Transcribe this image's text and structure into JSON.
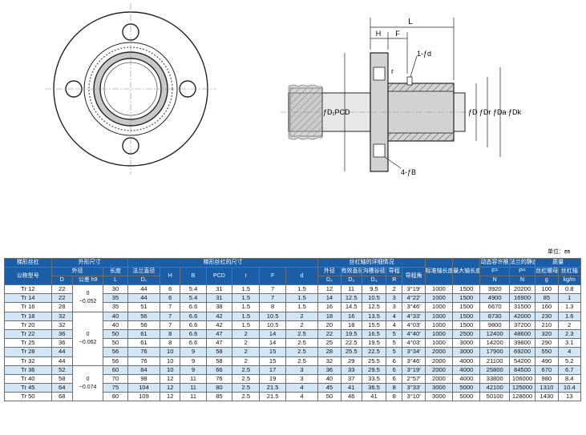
{
  "drawing": {
    "dim_L": "L",
    "dim_H": "H",
    "dim_F": "F",
    "label_hole": "1-ƒd",
    "label_r": "r",
    "label_pcd": "ƒD₁PCD",
    "label_bolts": "4-ƒB",
    "label_right": "ƒD  ƒDr ƒDa ƒDk"
  },
  "unit_note": "单位：㎜",
  "table": {
    "group_headers": {
      "thread": "梯形丝杠",
      "outer_dims": "外形尺寸",
      "thread_dims": "梯形丝杠的尺寸",
      "shaft_details": "丝杠轴的详细情况",
      "std_length": "标准轴长度",
      "max_length": "最大轴长度",
      "dynamic_load": "动态容许推力",
      "static_load": "法兰的静态容许载荷",
      "mass": "质量"
    },
    "sub_headers": {
      "model": "公称型号",
      "outer_diameter": "外径",
      "D": "D",
      "tolerance": "公差",
      "h9": "h9",
      "length": "长度",
      "length_sym": "L",
      "flange_dia": "法兰直径",
      "flange_sym": "D₁",
      "H": "H",
      "B": "B",
      "PCD": "PCD",
      "r": "r",
      "F": "F",
      "d": "d",
      "shaft_od": "外径",
      "shaft_od_sym": "D₂",
      "eff_dia": "有效直径",
      "eff_sym": "D₂",
      "root_dia": "沟槽谷径",
      "root_sym": "D₃",
      "lead": "导程",
      "lead_sym": "R",
      "lead_angle": "导程角",
      "dyn_sym": "Fᵗ¹",
      "dyn_unit": "N",
      "stat_sym": "Pᵗ¹",
      "stat_unit": "N",
      "nut_mass": "丝杠螺母",
      "nut_unit": "g",
      "shaft_mass": "丝杠轴",
      "shaft_unit": "kg/m"
    },
    "tolerances": [
      {
        "upper": "0",
        "lower": "−0.052"
      },
      {
        "upper": "0",
        "lower": "−0.062"
      },
      {
        "upper": "0",
        "lower": "−0.074"
      }
    ],
    "rows": [
      [
        "Tr 12",
        "22",
        "30",
        "44",
        "6",
        "5.4",
        "31",
        "1.5",
        "7",
        "1.5",
        "12",
        "11",
        "9.5",
        "2",
        "3°19′",
        "1000",
        "1500",
        "3920",
        "20200",
        "100",
        "0.8"
      ],
      [
        "Tr 14",
        "22",
        "35",
        "44",
        "6",
        "5.4",
        "31",
        "1.5",
        "7",
        "1.5",
        "14",
        "12.5",
        "10.5",
        "3",
        "4°22′",
        "1000",
        "1500",
        "4900",
        "16900",
        "85",
        "1"
      ],
      [
        "Tr 16",
        "28",
        "35",
        "51",
        "7",
        "6.6",
        "38",
        "1.5",
        "8",
        "1.5",
        "16",
        "14.5",
        "12.5",
        "3",
        "3°46′",
        "1000",
        "1500",
        "6670",
        "31500",
        "160",
        "1.3"
      ],
      [
        "Tr 18",
        "32",
        "40",
        "56",
        "7",
        "6.6",
        "42",
        "1.5",
        "10.5",
        "2",
        "18",
        "16",
        "13.5",
        "4",
        "4°33′",
        "1000",
        "1500",
        "8730",
        "42000",
        "230",
        "1.6"
      ],
      [
        "Tr 20",
        "32",
        "40",
        "56",
        "7",
        "6.6",
        "42",
        "1.5",
        "10.5",
        "2",
        "20",
        "18",
        "15.5",
        "4",
        "4°03′",
        "1000",
        "1500",
        "9800",
        "37200",
        "210",
        "2"
      ],
      [
        "Tr 22",
        "36",
        "50",
        "61",
        "8",
        "6.6",
        "47",
        "2",
        "14",
        "2.5",
        "22",
        "19.5",
        "16.5",
        "5",
        "4°40′",
        "1000",
        "2500",
        "12400",
        "48600",
        "320",
        "2.3"
      ],
      [
        "Tr 25",
        "36",
        "50",
        "61",
        "8",
        "6.6",
        "47",
        "2",
        "14",
        "2.5",
        "25",
        "22.5",
        "19.5",
        "5",
        "4°03′",
        "1000",
        "3000",
        "14200",
        "39800",
        "290",
        "3.1"
      ],
      [
        "Tr 28",
        "44",
        "56",
        "76",
        "10",
        "9",
        "58",
        "2",
        "15",
        "2.5",
        "28",
        "25.5",
        "22.5",
        "5",
        "3°34′",
        "2000",
        "3000",
        "17900",
        "69200",
        "550",
        "4"
      ],
      [
        "Tr 32",
        "44",
        "56",
        "76",
        "10",
        "9",
        "58",
        "2",
        "15",
        "2.5",
        "32",
        "29",
        "25.5",
        "6",
        "3°46′",
        "2000",
        "4000",
        "21100",
        "54200",
        "490",
        "5.2"
      ],
      [
        "Tr 36",
        "52",
        "60",
        "84",
        "10",
        "9",
        "66",
        "2.5",
        "17",
        "3",
        "36",
        "33",
        "29.5",
        "6",
        "3°19′",
        "2000",
        "4000",
        "25800",
        "84500",
        "670",
        "6.7"
      ],
      [
        "Tr 40",
        "58",
        "70",
        "98",
        "12",
        "11",
        "76",
        "2.5",
        "19",
        "3",
        "40",
        "37",
        "33.5",
        "6",
        "2°57′",
        "2000",
        "4000",
        "33800",
        "106000",
        "980",
        "8.4"
      ],
      [
        "Tr 45",
        "64",
        "75",
        "104",
        "12",
        "11",
        "80",
        "2.5",
        "21.5",
        "4",
        "45",
        "41",
        "36.5",
        "8",
        "3°33′",
        "3000",
        "5000",
        "42100",
        "125000",
        "1310",
        "10.4"
      ],
      [
        "Tr 50",
        "68",
        "80",
        "109",
        "12",
        "11",
        "85",
        "2.5",
        "21.5",
        "4",
        "50",
        "46",
        "41",
        "8",
        "3°10′",
        "3000",
        "5000",
        "50100",
        "128000",
        "1430",
        "13"
      ]
    ]
  }
}
